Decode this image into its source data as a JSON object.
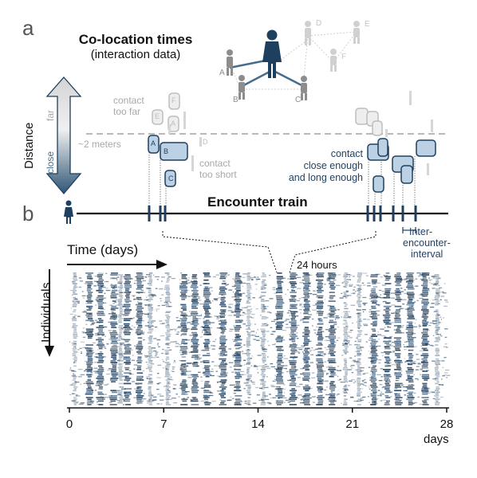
{
  "panels": {
    "a": "a",
    "b": "b"
  },
  "colocation": {
    "title": "Co-location times",
    "subtitle": "(interaction data)"
  },
  "network": {
    "nodes": [
      "A",
      "B",
      "C",
      "D",
      "E",
      "F"
    ]
  },
  "distance": {
    "axis_label": "Distance",
    "far": "far",
    "close": "close",
    "threshold": "~2 meters"
  },
  "contacts": {
    "too_far": [
      "contact",
      "too far"
    ],
    "too_short": [
      "contact",
      "too short"
    ],
    "valid": [
      "contact",
      "close enough",
      "and long enough"
    ],
    "labels": {
      "A": "A",
      "B": "B",
      "C": "C",
      "D": "D",
      "E": "E",
      "F": "F"
    }
  },
  "encounter": {
    "title": "Encounter train",
    "interval": [
      "Inter-",
      "encounter-",
      "interval"
    ],
    "zoom": "24 hours"
  },
  "raster": {
    "time_label": "Time (days)",
    "individuals_label": "Individuals",
    "days_label": "days",
    "ticks": [
      0,
      7,
      14,
      21,
      28
    ],
    "dark_days": [
      1.5,
      2.3,
      3.3,
      4.3,
      5.2,
      8.5,
      9.3,
      10.2,
      11.4,
      12.5,
      15.6,
      16.6,
      17.6,
      18.6,
      19.5,
      22.6,
      23.6,
      24.4,
      25.3,
      26.4
    ],
    "light_days": [
      0.4,
      3.8,
      6.0,
      7.3,
      13.3,
      14.4,
      20.5,
      21.5,
      27.3
    ]
  },
  "colors": {
    "dark_blue": "#1f3f5f",
    "mid_blue": "#476d8c",
    "light_blue": "#bcd1e3",
    "gray": "#bdbdbd",
    "light_gray": "#d6d6d6"
  }
}
